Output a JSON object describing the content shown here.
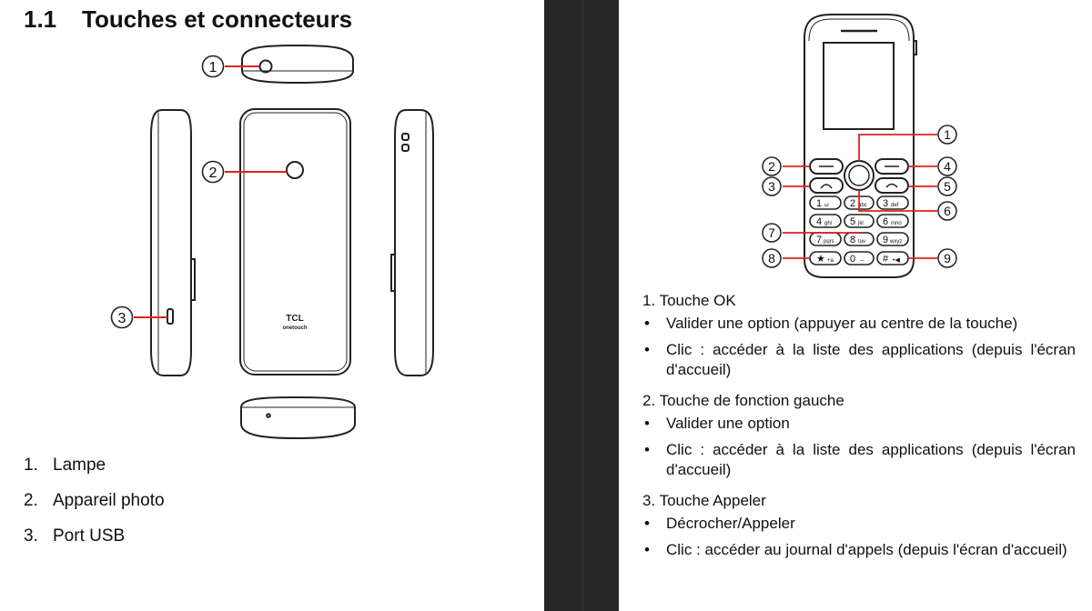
{
  "heading": {
    "number": "1.1",
    "title": "Touches et connecteurs"
  },
  "brand": {
    "line1": "TCL",
    "line2": "onetouch"
  },
  "left_legend": [
    {
      "num": "1.",
      "label": "Lampe"
    },
    {
      "num": "2.",
      "label": "Appareil photo"
    },
    {
      "num": "3.",
      "label": "Port USB"
    }
  ],
  "left_callouts": [
    "1",
    "2",
    "3"
  ],
  "front_callouts": [
    "1",
    "2",
    "3",
    "4",
    "5",
    "6",
    "7",
    "8",
    "9"
  ],
  "keypad": [
    {
      "main": "1",
      "sub": "ω"
    },
    {
      "main": "2",
      "sub": "abc"
    },
    {
      "main": "3",
      "sub": "def"
    },
    {
      "main": "4",
      "sub": "ghi"
    },
    {
      "main": "5",
      "sub": "jkl"
    },
    {
      "main": "6",
      "sub": "mno"
    },
    {
      "main": "7",
      "sub": "pqrs"
    },
    {
      "main": "8",
      "sub": "tuv"
    },
    {
      "main": "9",
      "sub": "wxyz"
    },
    {
      "main": "★",
      "sub": "+a"
    },
    {
      "main": "0",
      "sub": "–"
    },
    {
      "main": "#",
      "sub": "•◀"
    }
  ],
  "sections": [
    {
      "title": "1. Touche OK",
      "bullets": [
        "Valider une option (appuyer au centre de la touche)",
        "Clic : accéder à la liste des applications (depuis l'écran d'accueil)"
      ]
    },
    {
      "title": "2. Touche de fonction gauche",
      "bullets": [
        "Valider une option",
        "Clic : accéder à la liste des applications (depuis l'écran d'accueil)"
      ]
    },
    {
      "title": "3. Touche Appeler",
      "bullets": [
        "Décrocher/Appeler",
        "Clic : accéder au journal d'appels (depuis l'écran d'accueil)"
      ]
    }
  ],
  "bullet_char": "•",
  "colors": {
    "callout_line": "#e02020",
    "outline": "#222222",
    "gutter": "#262626"
  }
}
